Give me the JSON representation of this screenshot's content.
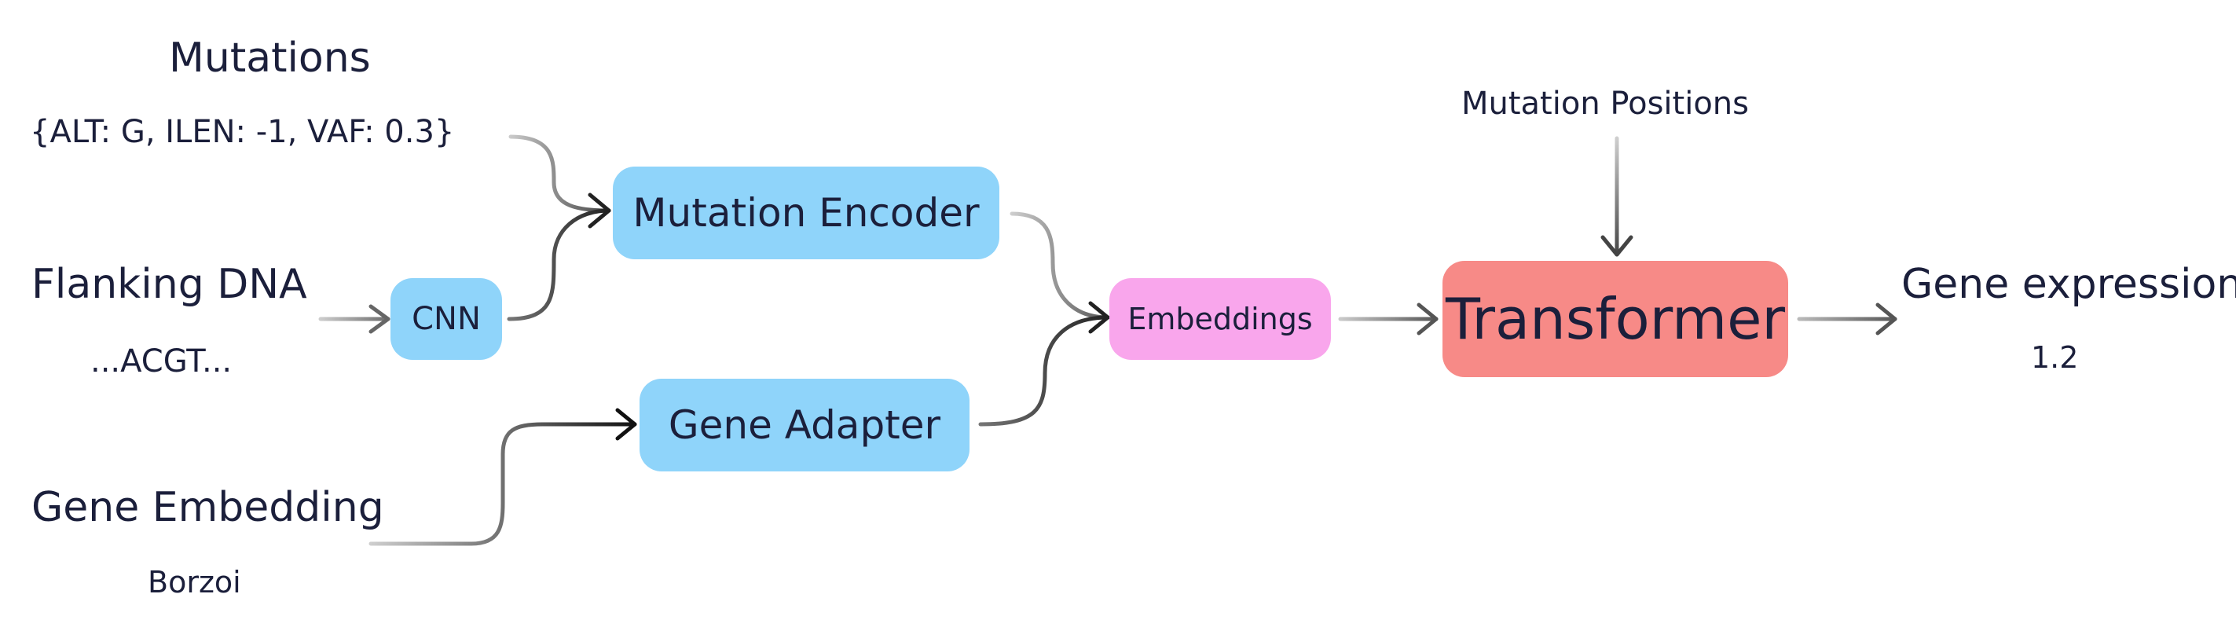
{
  "inputs": {
    "mutations_title": "Mutations",
    "mutations_value": "{ALT: G, ILEN: -1, VAF: 0.3}",
    "flanking_title": "Flanking DNA",
    "flanking_value": "...ACGT...",
    "gene_embedding_title": "Gene Embedding",
    "gene_embedding_value": "Borzoi"
  },
  "nodes": {
    "cnn": "CNN",
    "mutation_encoder": "Mutation Encoder",
    "gene_adapter": "Gene Adapter",
    "embeddings": "Embeddings",
    "transformer": "Transformer",
    "mutation_positions": "Mutation Positions"
  },
  "output": {
    "title": "Gene expression",
    "value": "1.2"
  },
  "colors": {
    "blue_box": "#8fd4fa",
    "pink_box": "#f9a6ec",
    "red_box": "#f78a87",
    "text": "#1b1f3b"
  }
}
